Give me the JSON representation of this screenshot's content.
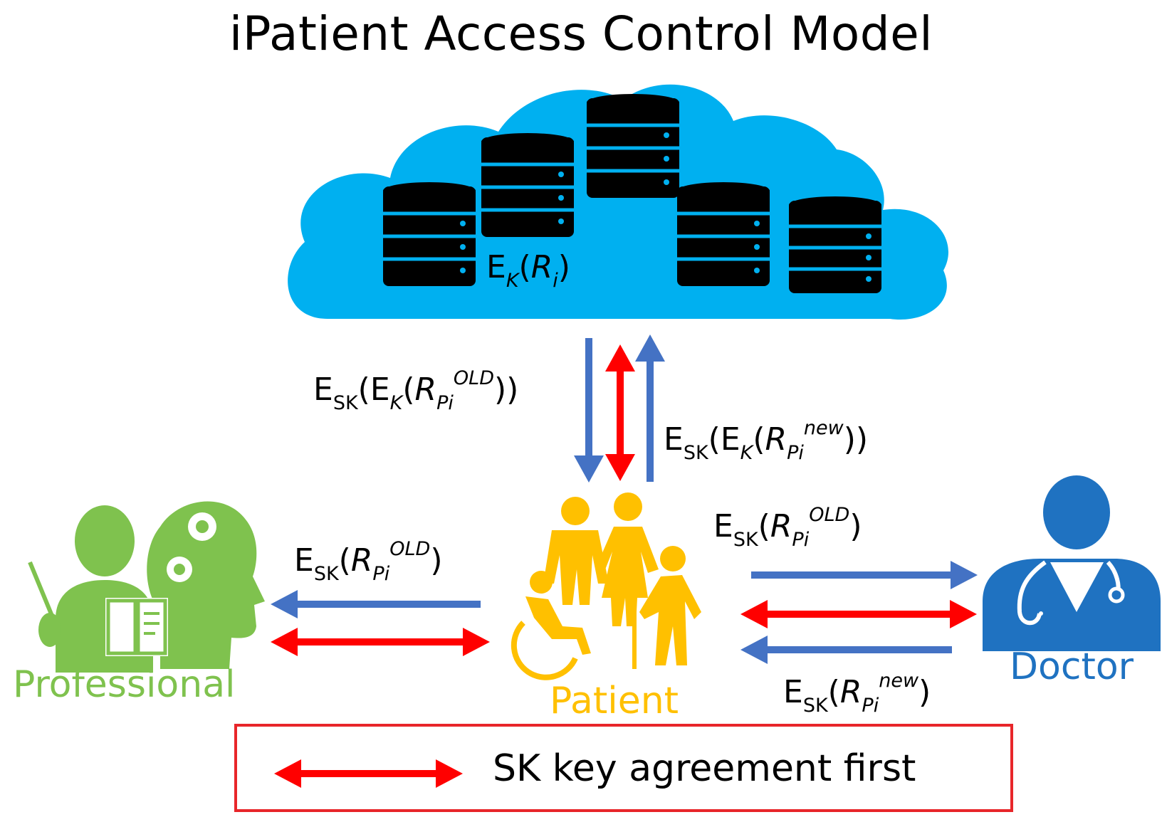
{
  "title": "iPatient Access Control Model",
  "cloud_label": {
    "e": "E",
    "k": "K",
    "open": "(",
    "r": "R",
    "i": "i",
    "close": ")"
  },
  "labels": {
    "prof_old": {
      "e": "E",
      "sub1": "SK",
      "open": "(",
      "r": "R",
      "sub2": "Pi",
      "sup": "OLD",
      "close": ")"
    },
    "cloud_old": {
      "e": "E",
      "sub1": "SK",
      "mid": "(E",
      "sub_k": "K",
      "open": "(",
      "r": "R",
      "sub2": "Pi",
      "sup": "OLD",
      "close": "))"
    },
    "cloud_new": {
      "e": "E",
      "sub1": "SK",
      "mid": "(E",
      "sub_k": "K",
      "open": "(",
      "r": "R",
      "sub2": "Pi",
      "sup": "new",
      "close": "))"
    },
    "doctor_old": {
      "e": "E",
      "sub1": "SK",
      "open": "(",
      "r": "R",
      "sub2": "Pi",
      "sup": "OLD",
      "close": ")"
    },
    "doctor_new": {
      "e": "E",
      "sub1": "SK",
      "open": "(",
      "r": "R",
      "sub2": "Pi",
      "sup": "new",
      "close": ")"
    }
  },
  "roles": {
    "professional": "Professional",
    "patient": "Patient",
    "doctor": "Doctor"
  },
  "legend": {
    "text": "SK key agreement first"
  },
  "colors": {
    "cloud": "#00b0f0",
    "blue_arrow": "#4472c4",
    "red_arrow": "#ff0000",
    "professional": "#7fc24e",
    "patient": "#ffc000",
    "doctor": "#1f72c1",
    "database": "#000000"
  },
  "icons": [
    "cloud-icon",
    "database-icon",
    "professional-icon",
    "patient-group-icon",
    "doctor-icon"
  ]
}
